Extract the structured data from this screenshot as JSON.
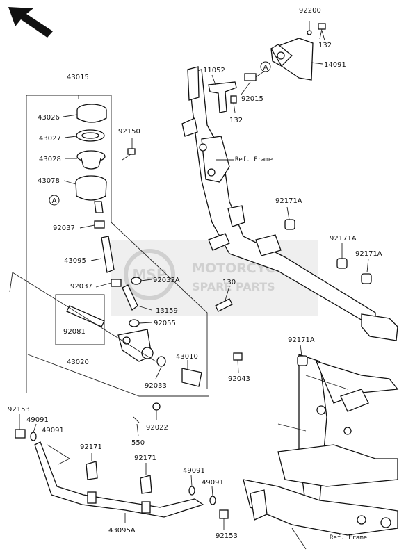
{
  "labels": {
    "p92200": "92200",
    "p132a": "132",
    "p14091": "14091",
    "p11052": "11052",
    "p92015": "92015",
    "p132b": "132",
    "p43015": "43015",
    "p43026": "43026",
    "p43027": "43027",
    "p43028": "43028",
    "p43078": "43078",
    "p92150": "92150",
    "p92037a": "92037",
    "p43095": "43095",
    "p92037b": "92037",
    "p92033A": "92033A",
    "p13159": "13159",
    "p92055": "92055",
    "p130": "130",
    "p92081": "92081",
    "p43020": "43020",
    "p92033": "92033",
    "p43010": "43010",
    "p92043": "92043",
    "p92022": "92022",
    "p550": "550",
    "p92153a": "92153",
    "p49091a": "49091",
    "p49091b": "49091",
    "p92171a": "92171",
    "p92171b": "92171",
    "p49091c": "49091",
    "p49091d": "49091",
    "p92153b": "92153",
    "p43095A": "43095A",
    "p92171Aa": "92171A",
    "p92171Ab": "92171A",
    "p92171Ac": "92171A",
    "p92171Ad": "92171A",
    "refA1": "A",
    "refA2": "A",
    "refFrame1": "Ref. Frame",
    "refFrame2": "Ref. Frame"
  },
  "watermark": {
    "logo": "MSP",
    "line1": "MOTORCYCLE",
    "line2": "SPARE PARTS"
  },
  "icons": {
    "orientation": "arrow-up-left-icon"
  },
  "colors": {
    "ink": "#111111",
    "watermark": "#c8c8c8"
  }
}
